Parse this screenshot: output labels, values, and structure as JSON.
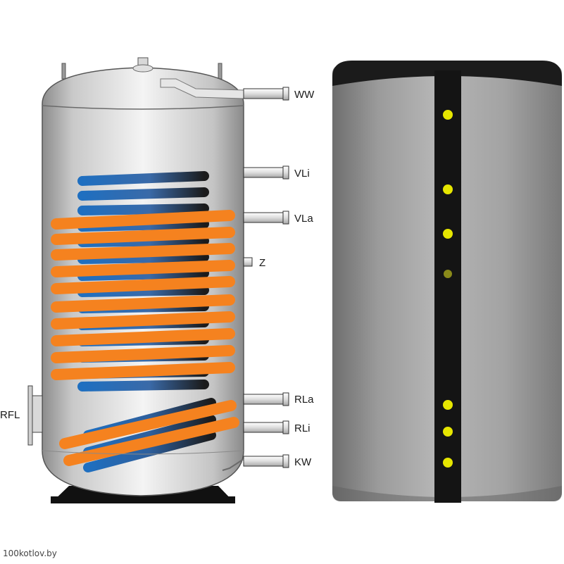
{
  "labels": {
    "ww": "WW",
    "vli": "VLi",
    "vla": "VLa",
    "z": "Z",
    "rla": "RLa",
    "rli": "RLi",
    "kw": "KW",
    "rfl": "RFL"
  },
  "watermark": "100kotlov.by",
  "colors": {
    "coil_orange": "#f5821f",
    "coil_blue": "#1f6fc0",
    "indicator_yellow": "#e6e600",
    "strip_black": "#141414",
    "cap_black": "#1b1b1b"
  },
  "icons": {
    "indicator": "yellow-dot-indicator"
  }
}
